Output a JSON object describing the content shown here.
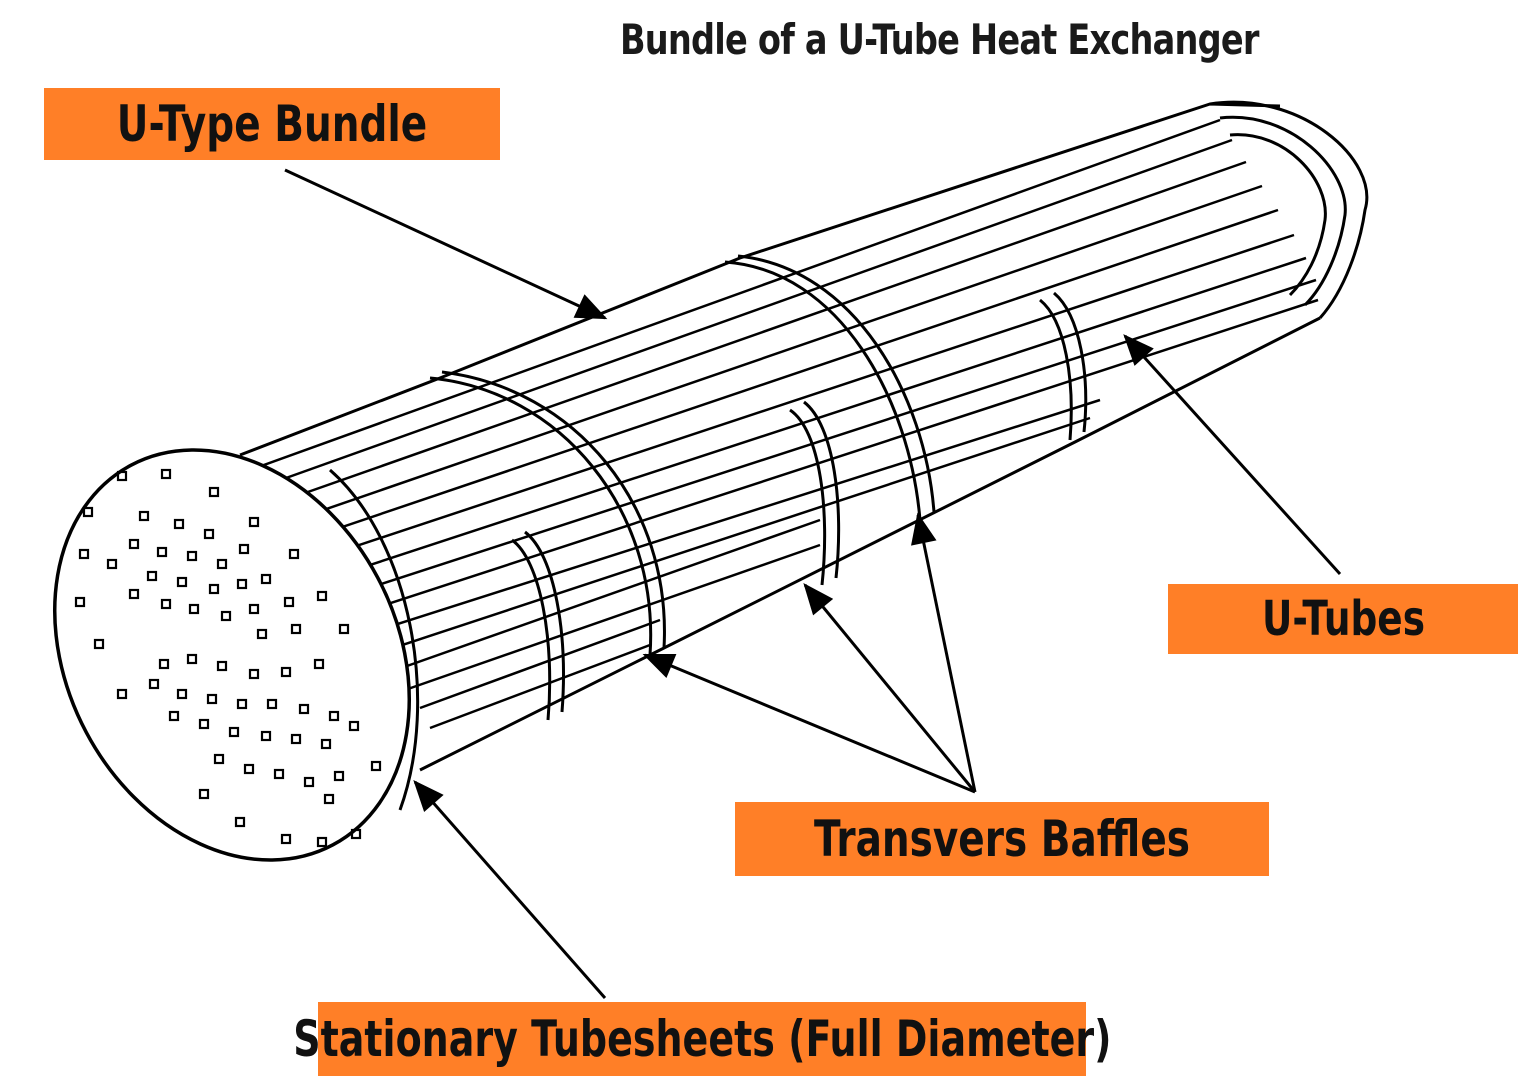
{
  "title": "Bundle of a U-Tube Heat Exchanger",
  "labels": {
    "u_type_bundle": "U-Type Bundle",
    "u_tubes": "U-Tubes",
    "transvers_baffles": "Transvers Baffles",
    "stationary_tubesheets": "Stationary Tubesheets (Full Diameter)"
  },
  "colors": {
    "label_background": "#ff7f27",
    "line": "#000000",
    "background": "#ffffff"
  }
}
